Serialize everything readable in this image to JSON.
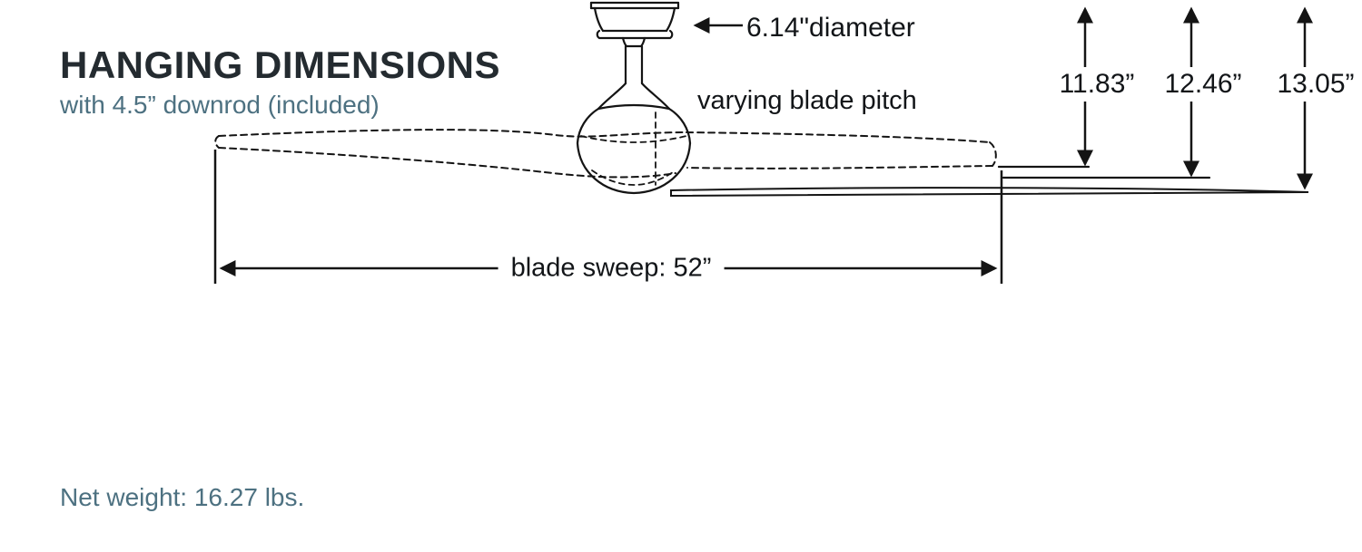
{
  "title": "HANGING DIMENSIONS",
  "subtitle": "with 4.5” downrod (included)",
  "diagram": {
    "diameter_label": "6.14\"diameter",
    "blade_pitch_label": "varying blade pitch",
    "height_dims": [
      "11.83”",
      "12.46”",
      "13.05”"
    ],
    "blade_sweep_label": "blade sweep: 52”"
  },
  "footer": {
    "net_weight": "Net weight: 16.27 lbs."
  },
  "colors": {
    "accent_teal": "#4d7181",
    "ink": "#121518",
    "line": "#141414"
  }
}
